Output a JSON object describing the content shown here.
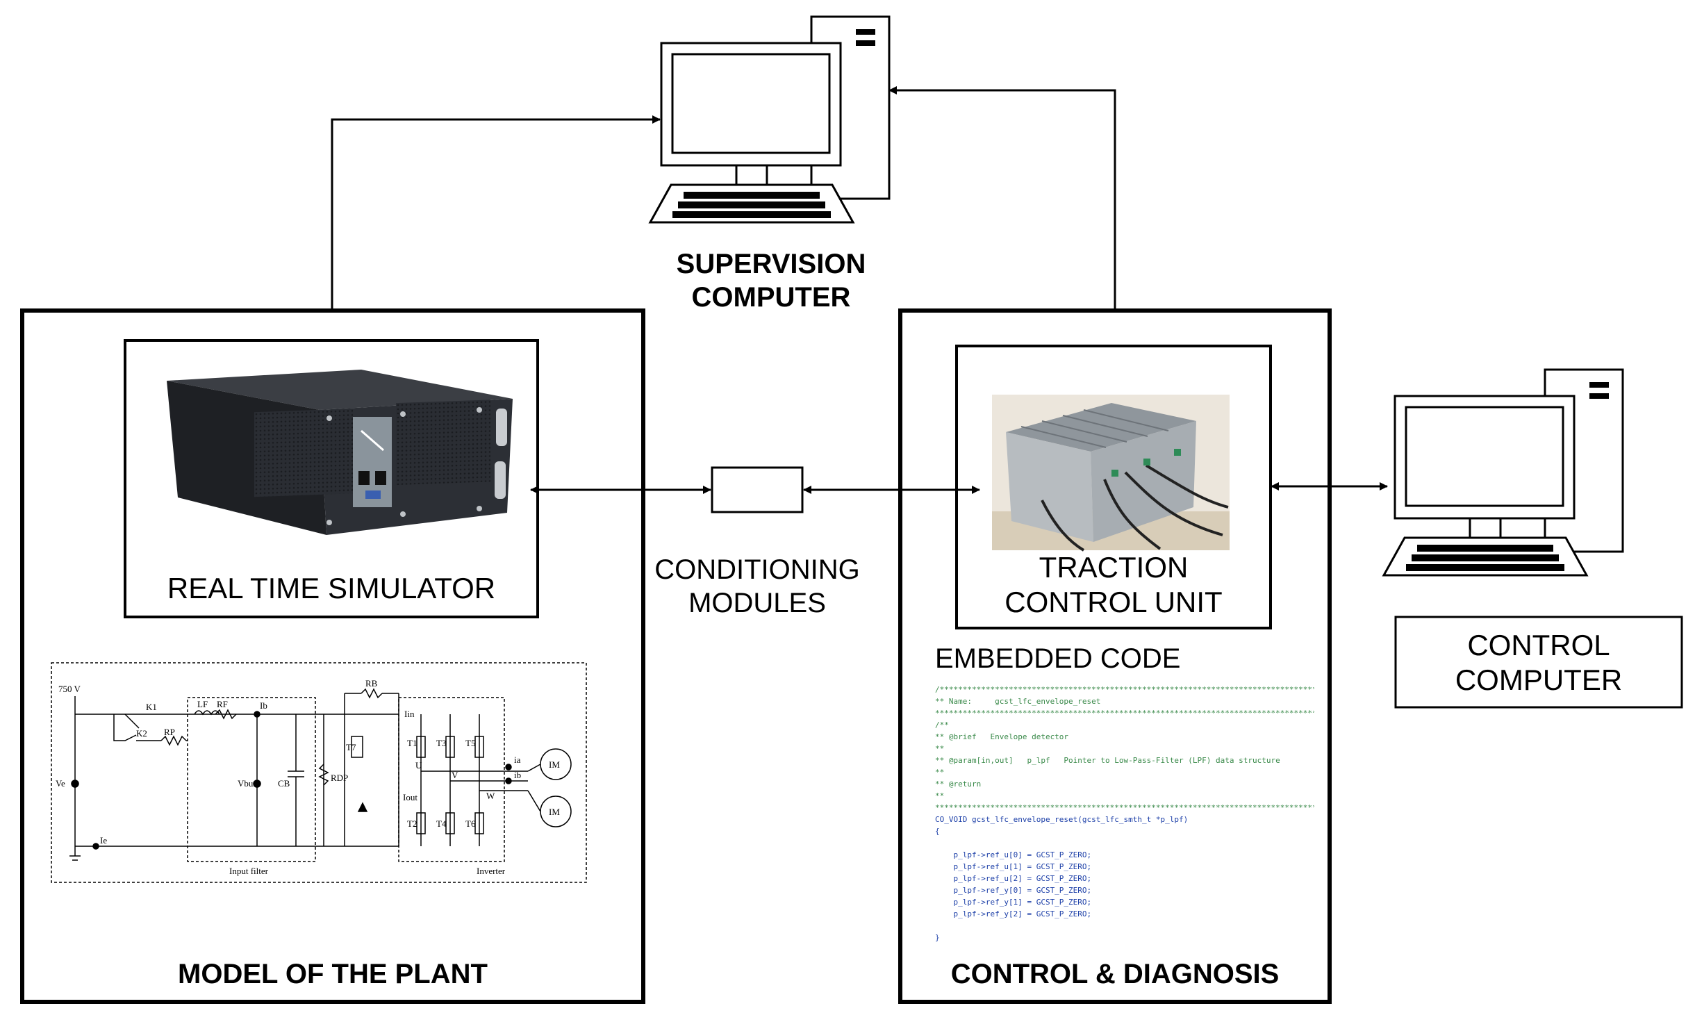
{
  "supervision": {
    "line1": "SUPERVISION",
    "line2": "COMPUTER"
  },
  "model_box": {
    "title": "MODEL OF THE PLANT"
  },
  "simulator": {
    "label": "REAL TIME SIMULATOR"
  },
  "conditioning": {
    "line1": "CONDITIONING",
    "line2": "MODULES"
  },
  "control_box": {
    "title": "CONTROL & DIAGNOSIS"
  },
  "tcu": {
    "line1": "TRACTION",
    "line2": "CONTROL UNIT"
  },
  "embedded": {
    "title": "EMBEDDED CODE"
  },
  "control_computer": {
    "line1": "CONTROL",
    "line2": "COMPUTER"
  },
  "circuit": {
    "source_voltage": "750 V",
    "k1": "K1",
    "k2": "K2",
    "lf": "LF",
    "rf": "RF",
    "rp": "RP",
    "rb": "RB",
    "rdp": "RDP",
    "cb": "CB",
    "ve": "Ve",
    "vbus": "Vbus",
    "ie": "Ie",
    "ib": "Ib",
    "iin": "Iin",
    "iout": "Iout",
    "t1": "T1",
    "t2": "T2",
    "t3": "T3",
    "t4": "T4",
    "t5": "T5",
    "t6": "T6",
    "t7": "T7",
    "u": "U",
    "v": "V",
    "w": "W",
    "ia": "ia",
    "ib_phase": "ib",
    "motor1": "IM",
    "motor2": "IM",
    "input_filter": "Input filter",
    "inverter": "Inverter"
  },
  "code_lines": [
    [
      "c",
      "/***********************************************************************************"
    ],
    [
      "c",
      "** Name:     gcst_lfc_envelope_reset"
    ],
    [
      "c",
      "***********************************************************************************/"
    ],
    [
      "c",
      "/**"
    ],
    [
      "c",
      "** @brief   Envelope detector"
    ],
    [
      "c",
      "**"
    ],
    [
      "c",
      "** @param[in,out]   p_lpf   Pointer to Low-Pass-Filter (LPF) data structure"
    ],
    [
      "c",
      "**"
    ],
    [
      "c",
      "** @return"
    ],
    [
      "c",
      "**"
    ],
    [
      "c",
      "***********************************************************************************/"
    ],
    [
      "k",
      "CO_VOID gcst_lfc_envelope_reset(gcst_lfc_smth_t *p_lpf)"
    ],
    [
      "k",
      "{"
    ],
    [
      "k",
      ""
    ],
    [
      "k",
      "    p_lpf->ref_u[0] = GCST_P_ZERO;"
    ],
    [
      "k",
      "    p_lpf->ref_u[1] = GCST_P_ZERO;"
    ],
    [
      "k",
      "    p_lpf->ref_u[2] = GCST_P_ZERO;"
    ],
    [
      "k",
      "    p_lpf->ref_y[0] = GCST_P_ZERO;"
    ],
    [
      "k",
      "    p_lpf->ref_y[1] = GCST_P_ZERO;"
    ],
    [
      "k",
      "    p_lpf->ref_y[2] = GCST_P_ZERO;"
    ],
    [
      "k",
      ""
    ],
    [
      "k",
      "}"
    ]
  ]
}
